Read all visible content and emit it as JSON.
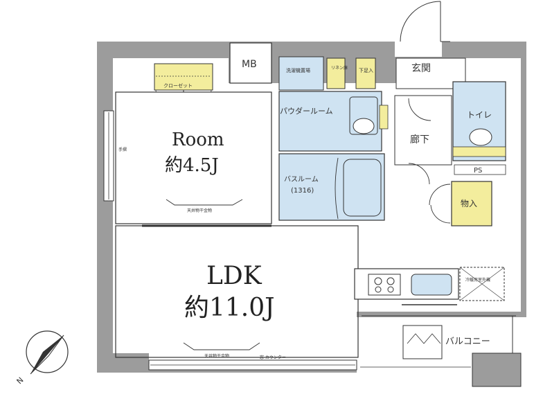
{
  "rooms": {
    "room": {
      "name": "Room",
      "size": "約4.5J"
    },
    "ldk": {
      "name": "LDK",
      "size": "約11.0J"
    },
    "mb": "MB",
    "genkan": "玄関",
    "closet": "クローゼット",
    "powder": "パウダールーム",
    "laundry": "洗濯機置場",
    "linen": "リネン庫",
    "shoes": "下足入",
    "toilet": "トイレ",
    "corridor": "廊下",
    "ps": "PS",
    "storage": "物入",
    "bath": "バスルーム",
    "bath_size": "(1316)",
    "balcony": "バルコニー",
    "ceiling_room": "天井物干金物",
    "ceiling_ldk": "天井物干金物",
    "aircon_outdoor": "冷暖房室外機",
    "window_note": "窓 カウンター",
    "side_note": "手摺"
  },
  "colors": {
    "wall": "#9c9c9c",
    "wet_area": "#cfe3f2",
    "closet_fill": "#f3ed9d",
    "line": "#333333"
  }
}
